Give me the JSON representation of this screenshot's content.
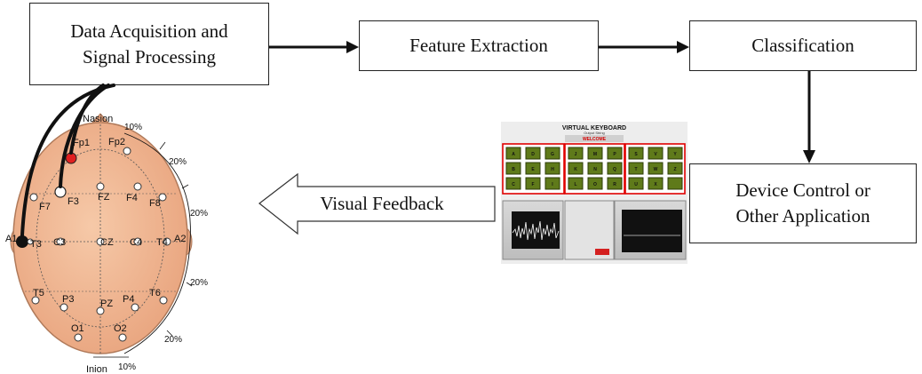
{
  "boxes": {
    "acquisition": {
      "line1": "Data Acquisition and",
      "line2": "Signal Processing"
    },
    "feature": {
      "label": "Feature Extraction"
    },
    "classification": {
      "label": "Classification"
    },
    "device": {
      "line1": "Device Control or",
      "line2": "Other Application"
    }
  },
  "feedback": {
    "label": "Visual Feedback"
  },
  "head": {
    "landmarks": {
      "nasion": "Nasion",
      "inion": "Inion"
    },
    "percentages": {
      "top": "10%",
      "right_upper": "20%",
      "right_mid_upper": "20%",
      "right_mid_lower": "20%",
      "right_lower": "20%",
      "bottom": "10%"
    },
    "electrodes": {
      "fp1": "Fp1",
      "fp2": "Fp2",
      "f7": "F7",
      "f3": "F3",
      "fz": "FZ",
      "f4": "F4",
      "f8": "F8",
      "a1": "A1",
      "t3": "T3",
      "c3": "C3",
      "cz": "CZ",
      "c4": "C4",
      "t4": "T4",
      "a2": "A2",
      "t5": "T5",
      "p3": "P3",
      "pz": "PZ",
      "p4": "P4",
      "t6": "T6",
      "o1": "O1",
      "o2": "O2"
    }
  },
  "keyboard": {
    "title": "VIRTUAL KEYBOARD",
    "subtitle": "Output String",
    "welcome": "WELCOME",
    "groups": [
      [
        "A",
        "D",
        "G",
        "B",
        "E",
        "H",
        "C",
        "F",
        "I"
      ],
      [
        "J",
        "M",
        "P",
        "K",
        "N",
        "Q",
        "L",
        "O",
        "R"
      ],
      [
        "S",
        "V",
        "Y",
        "T",
        "W",
        "Z",
        "U",
        "X",
        " "
      ]
    ]
  }
}
